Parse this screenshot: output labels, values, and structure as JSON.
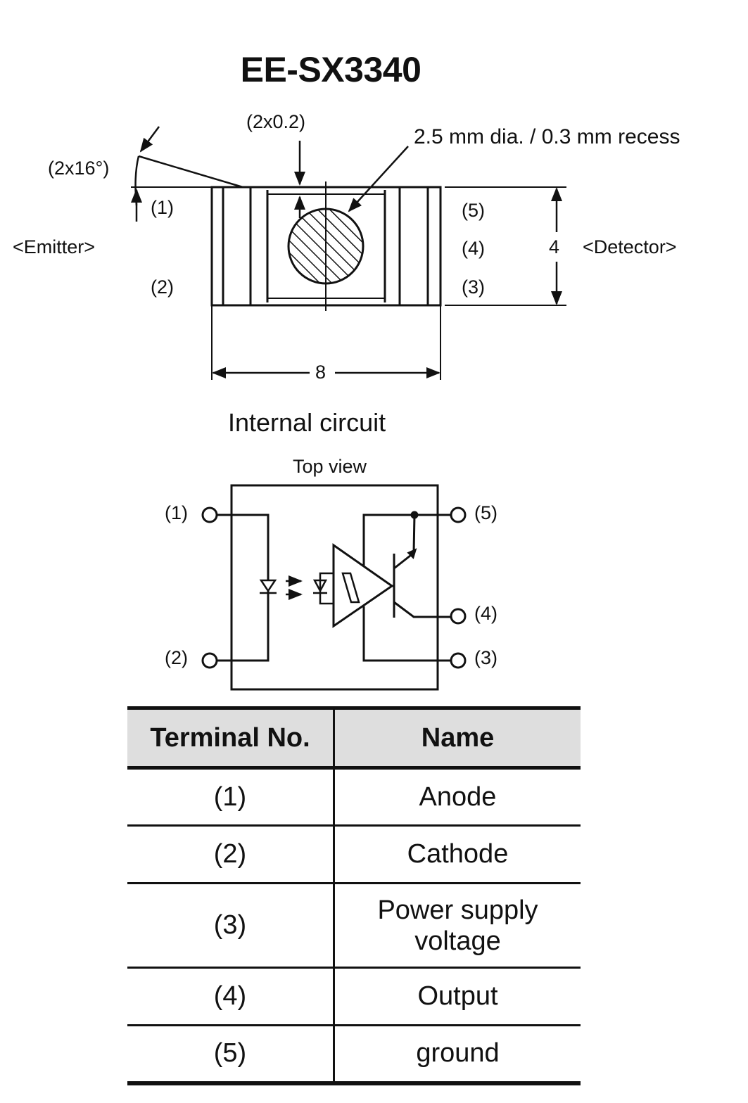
{
  "title": "EE-SX3340",
  "dimension_drawing": {
    "angle_label": "(2x16°)",
    "gap_label": "(2x0.2)",
    "recess_label": "2.5 mm dia. / 0.3 mm recess",
    "emitter_label": "<Emitter>",
    "detector_label": "<Detector>",
    "left_pins": [
      "(1)",
      "(2)"
    ],
    "right_pins": [
      "(5)",
      "(4)",
      "(3)"
    ],
    "height_dim": "4",
    "width_dim": "8"
  },
  "internal_circuit": {
    "heading": "Internal circuit",
    "subheading": "Top view",
    "pins": {
      "p1": "(1)",
      "p2": "(2)",
      "p3": "(3)",
      "p4": "(4)",
      "p5": "(5)"
    }
  },
  "pin_table": {
    "headers": [
      "Terminal No.",
      "Name"
    ],
    "rows": [
      {
        "terminal": "(1)",
        "name": "Anode"
      },
      {
        "terminal": "(2)",
        "name": "Cathode"
      },
      {
        "terminal": "(3)",
        "name": "Power supply voltage",
        "name_line1": "Power supply",
        "name_line2": "voltage"
      },
      {
        "terminal": "(4)",
        "name": "Output"
      },
      {
        "terminal": "(5)",
        "name": "ground"
      }
    ]
  }
}
